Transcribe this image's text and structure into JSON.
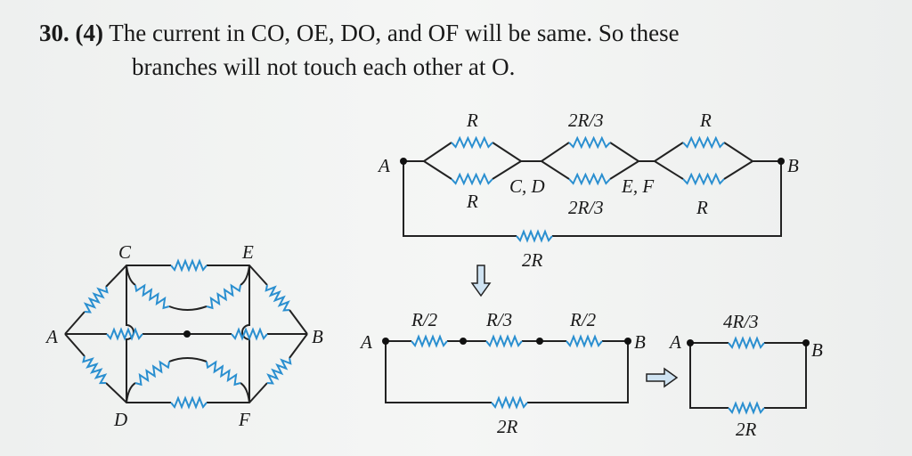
{
  "question": {
    "number": "30.",
    "answer": "(4)",
    "line1": "The current in CO, OE, DO, and OF will be same. So these",
    "line2": "branches will not touch each other at O."
  },
  "left_circuit": {
    "nodes": {
      "A": "A",
      "B": "B",
      "C": "C",
      "D": "D",
      "E": "E",
      "F": "F"
    }
  },
  "simplified_circuit": {
    "nodes": {
      "A": "A",
      "B": "B",
      "CD": "C, D",
      "EF": "E, F"
    },
    "labels": {
      "r1_top": "R",
      "r1_bot": "R",
      "r2_top": "2R/3",
      "r2_bot": "2R/3",
      "r3_top": "R",
      "r3_bot": "R",
      "bottom": "2R"
    }
  },
  "series_circuit": {
    "nodes": {
      "A": "A",
      "B": "B"
    },
    "labels": {
      "s1": "R/2",
      "s2": "R/3",
      "s3": "R/2",
      "bottom": "2R"
    }
  },
  "final_circuit": {
    "nodes": {
      "A": "A",
      "B": "B"
    },
    "labels": {
      "top": "4R/3",
      "bottom": "2R"
    }
  },
  "colors": {
    "resistor": "#2a8fd0",
    "wire": "#222222"
  }
}
